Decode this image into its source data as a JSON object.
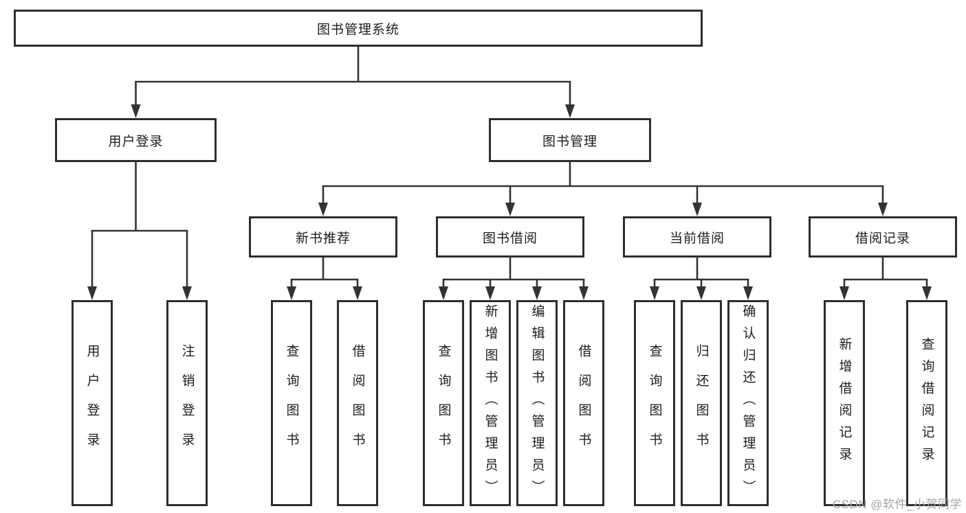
{
  "tree": {
    "label": "图书管理系统",
    "children": [
      {
        "label": "用户登录",
        "children": [
          {
            "label": "用户登录"
          },
          {
            "label": "注销登录"
          }
        ]
      },
      {
        "label": "图书管理",
        "children": [
          {
            "label": "新书推荐",
            "children": [
              {
                "label": "查询图书"
              },
              {
                "label": "借阅图书"
              }
            ]
          },
          {
            "label": "图书借阅",
            "children": [
              {
                "label": "查询图书"
              },
              {
                "label": "新增图书（管理员）"
              },
              {
                "label": "编辑图书（管理员）"
              },
              {
                "label": "借阅图书"
              }
            ]
          },
          {
            "label": "当前借阅",
            "children": [
              {
                "label": "查询图书"
              },
              {
                "label": "归还图书"
              },
              {
                "label": "确认归还（管理员）"
              }
            ]
          },
          {
            "label": "借阅记录",
            "children": [
              {
                "label": "新增借阅记录"
              },
              {
                "label": "查询借阅记录"
              }
            ]
          }
        ]
      }
    ]
  },
  "watermark": {
    "text": "CSDN @软件_小贺同学",
    "color": "#a3a3ab"
  },
  "colors": {
    "background": "#ffffff",
    "box_fill": "#ffffff",
    "box_border": "#2d2d2d",
    "connector": "#333333",
    "text": "#1d1d1f"
  }
}
